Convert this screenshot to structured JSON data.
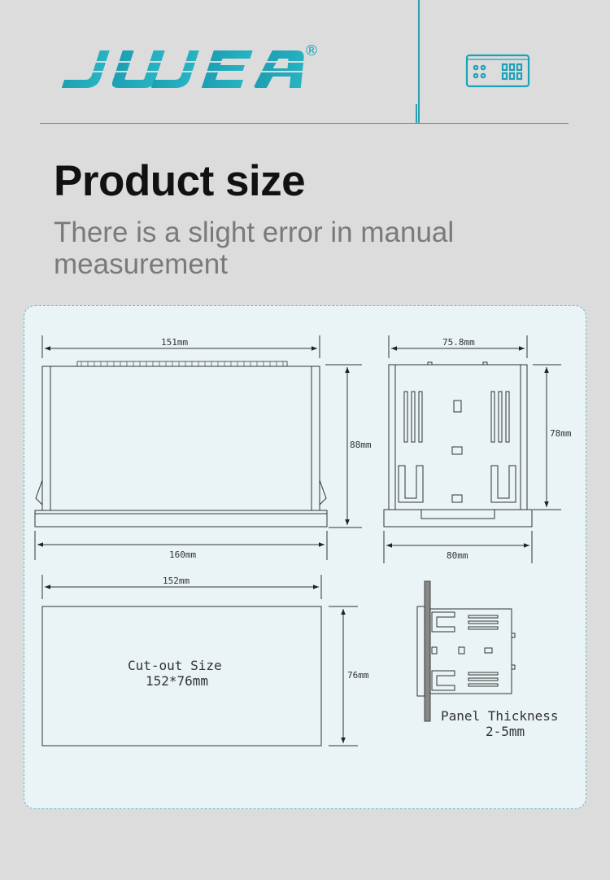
{
  "brand": {
    "name": "JUJEA",
    "registered": "®",
    "accent": "#1aa3b8"
  },
  "header": {
    "icon": "digital-display-device-icon"
  },
  "title": "Product size",
  "subtitle": "There is a slight error in manual measurement",
  "drawing": {
    "front": {
      "top_width": "151mm",
      "height": "88mm",
      "bottom_width": "160mm"
    },
    "side": {
      "top_width": "75.8mm",
      "height": "78mm",
      "bottom_width": "80mm"
    },
    "cutout": {
      "width": "152mm",
      "height": "76mm",
      "label_line1": "Cut-out Size",
      "label_line2": "152*76mm"
    },
    "panel": {
      "label_line1": "Panel Thickness",
      "label_line2": "2-5mm"
    }
  }
}
